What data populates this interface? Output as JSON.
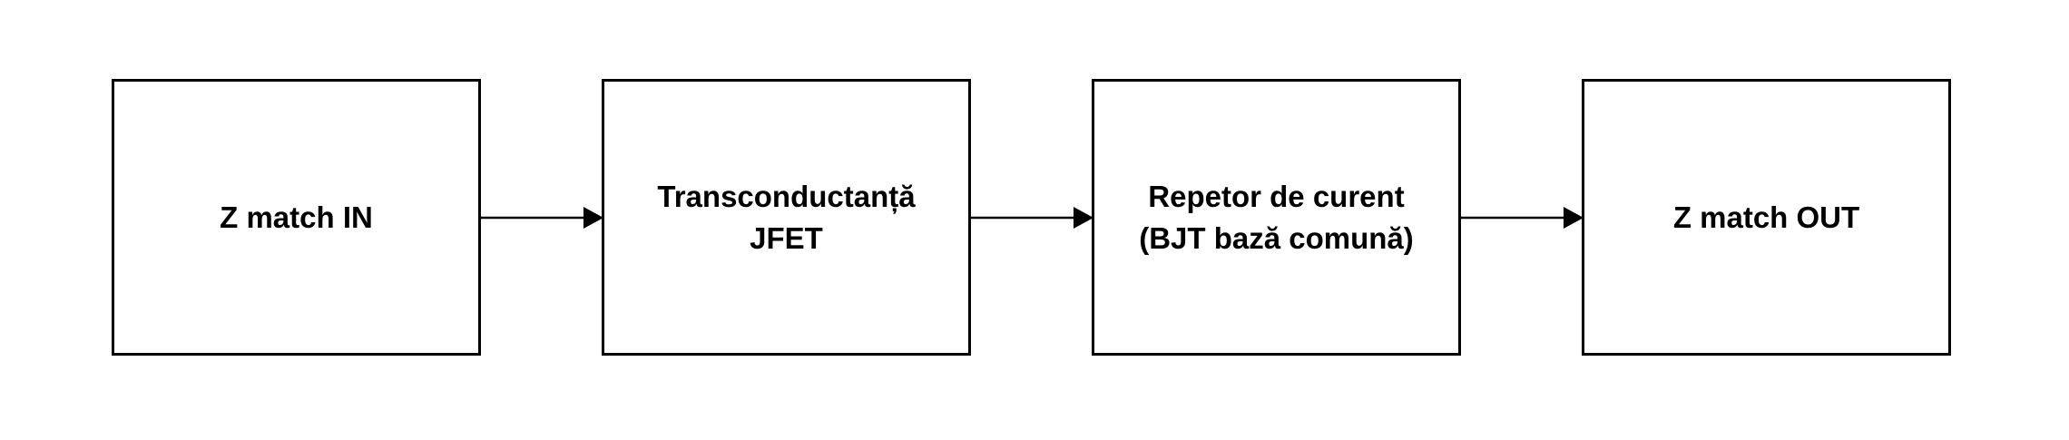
{
  "blocks": [
    {
      "lines": [
        "Z match IN",
        ""
      ]
    },
    {
      "lines": [
        "Transconductanță",
        "JFET"
      ]
    },
    {
      "lines": [
        "Repetor de curent",
        "(BJT bază comună)"
      ]
    },
    {
      "lines": [
        "Z match OUT",
        ""
      ]
    }
  ],
  "colors": {
    "stroke": "#000000",
    "background": "#ffffff"
  }
}
